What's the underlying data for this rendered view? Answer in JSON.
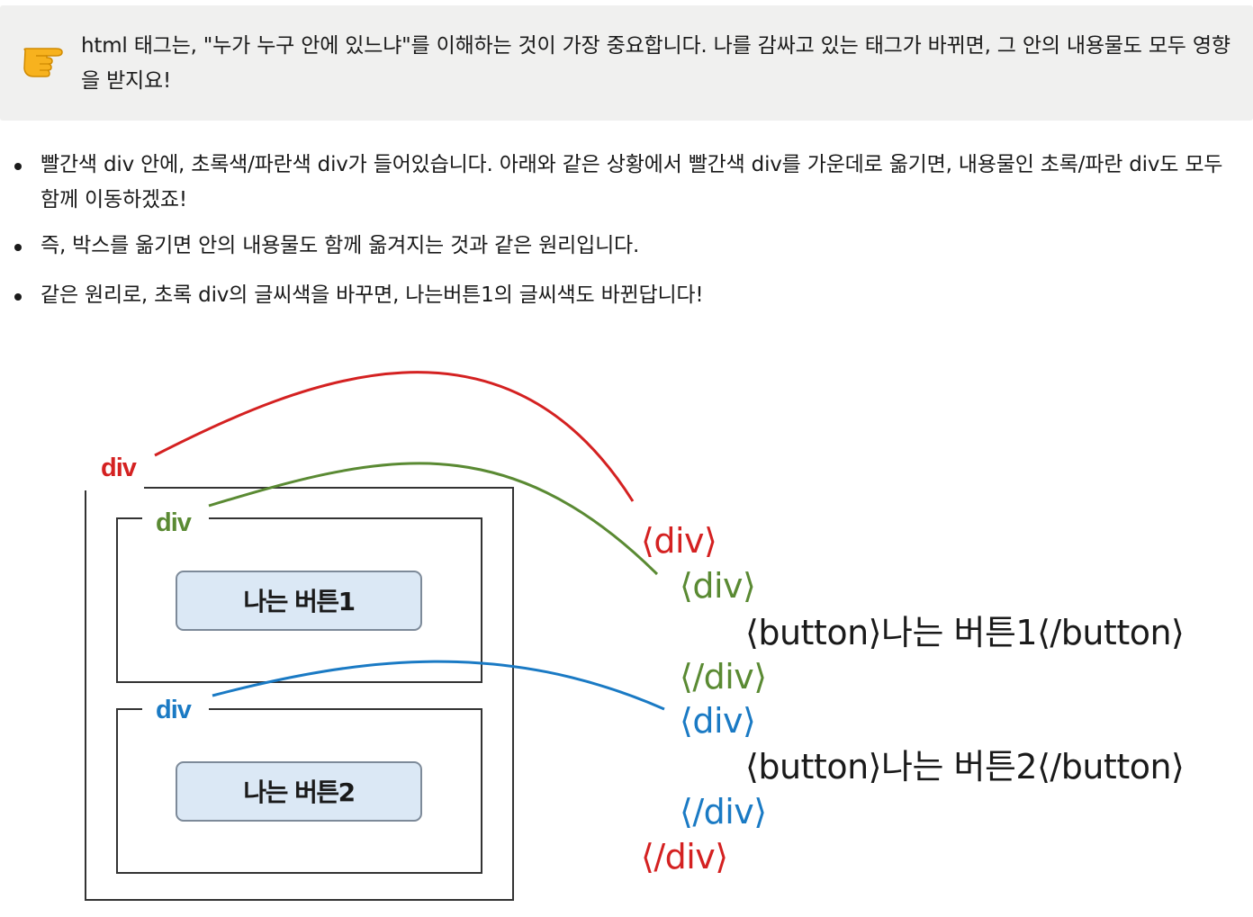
{
  "callout": {
    "icon": "pointing-hand-icon",
    "text": "html 태그는, \"누가 누구 안에 있느냐\"를 이해하는 것이 가장 중요합니다. 나를 감싸고 있는 태그가 바뀌면, 그 안의 내용물도 모두 영향을 받지요!"
  },
  "bullets": [
    "빨간색 div 안에, 초록색/파란색 div가 들어있습니다. 아래와 같은 상황에서 빨간색 div를 가운데로 옮기면, 내용물인 초록/파란 div도 모두 함께 이동하겠죠!",
    "즉, 박스를 옮기면 안의 내용물도 함께 옮겨지는 것과 같은 원리입니다.",
    "같은 원리로, 초록 div의 글씨색을 바꾸면, 나는버튼1의 글씨색도 바뀐답니다!"
  ],
  "diagram": {
    "colors": {
      "red": "#d42121",
      "green": "#5a8a33",
      "blue": "#1a7ac4",
      "button_fill": "#dbe8f5",
      "button_stroke": "#7d8a99"
    },
    "outer_label": "div",
    "green_label": "div",
    "blue_label": "div",
    "button1_label": "나는 버튼1",
    "button2_label": "나는 버튼2",
    "code_lines": {
      "red_open": "⟨div⟩",
      "green_open": "⟨div⟩",
      "button1": "⟨button⟩나는 버튼1⟨/button⟩",
      "green_close": "⟨/div⟩",
      "blue_open": "⟨div⟩",
      "button2": "⟨button⟩나는 버튼2⟨/button⟩",
      "blue_close": "⟨/div⟩",
      "red_close": "⟨/div⟩"
    }
  }
}
